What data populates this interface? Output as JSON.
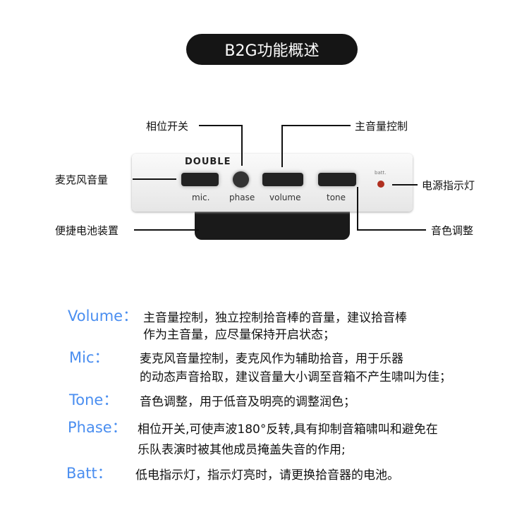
{
  "title": "B2G功能概述",
  "device": {
    "brand": "DOUBLE",
    "knobs": {
      "mic": "mic.",
      "phase": "phase",
      "volume": "volume",
      "tone": "tone"
    },
    "batt": "batt."
  },
  "callouts": {
    "phase": "相位开关",
    "volume": "主音量控制",
    "mic": "麦克风音量",
    "power": "电源指示灯",
    "battery": "便捷电池装置",
    "tone": "音色调整"
  },
  "descriptions": [
    {
      "label": "Volume：",
      "lines": [
        "主音量控制，独立控制拾音棒的音量，建议拾音棒",
        "作为主音量，应尽量保持开启状态；"
      ]
    },
    {
      "label": "Mic：",
      "lines": [
        "麦克风音量控制，麦克风作为辅助拾音，用于乐器",
        "的动态声音拾取，建议音量大小调至音箱不产生啸叫为佳；"
      ]
    },
    {
      "label": "Tone：",
      "lines": [
        "音色调整，用于低音及明亮的调整润色；"
      ]
    },
    {
      "label": "Phase：",
      "lines": [
        "相位开关,可使声波180°反转,具有抑制音箱啸叫和避免在",
        "乐队表演时被其他成员掩盖失音的作用;"
      ]
    },
    {
      "label": "Batt：",
      "lines": [
        "低电指示灯，指示灯亮时，请更换拾音器的电池。"
      ]
    }
  ]
}
